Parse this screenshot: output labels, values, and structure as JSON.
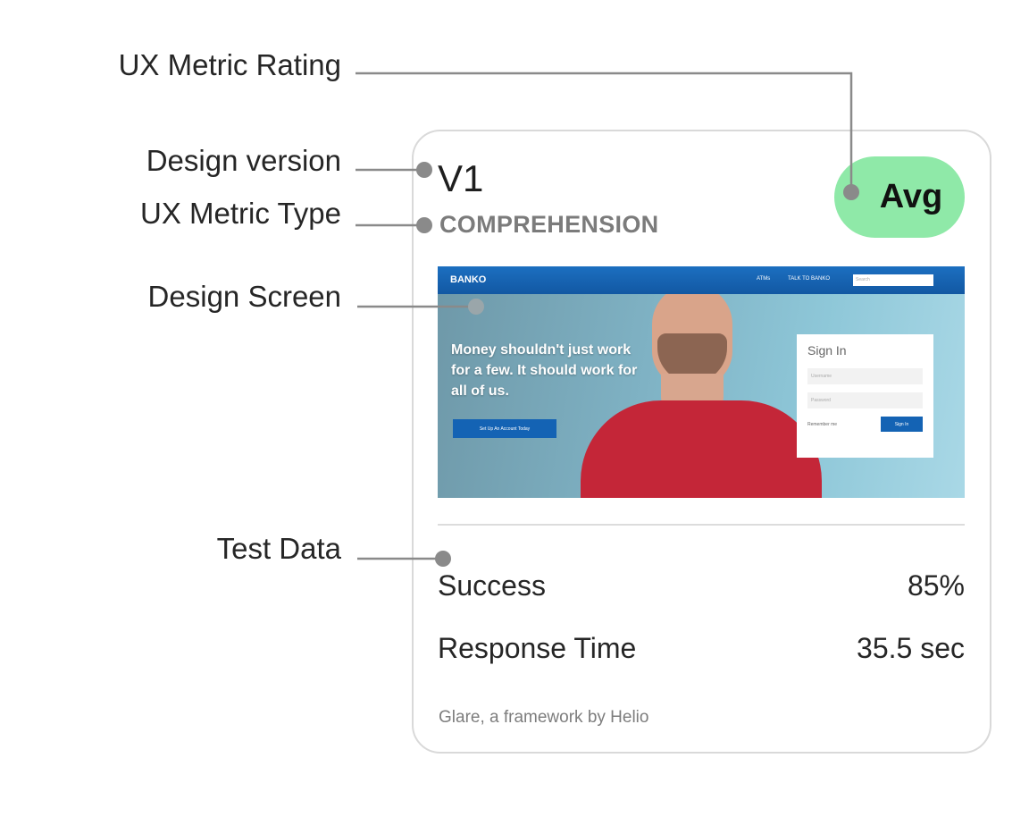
{
  "annotations": {
    "rating": "UX Metric Rating",
    "version": "Design version",
    "type": "UX Metric Type",
    "screen": "Design Screen",
    "test_data": "Test Data"
  },
  "card": {
    "version": "V1",
    "metric_type": "COMPREHENSION",
    "rating": "Avg",
    "rating_color": "#8fe9a8",
    "screen": {
      "brand": "BANKO",
      "nav": [
        "ATMs",
        "TALK TO BANKO"
      ],
      "search_placeholder": "Search",
      "headline": "Money shouldn't just work for a few. It should work for all of us.",
      "cta": "Set Up An Account Today",
      "signin_title": "Sign In",
      "username_placeholder": "Username",
      "password_placeholder": "Password",
      "remember": "Remember me",
      "signin_button": "Sign In"
    },
    "metrics": [
      {
        "label": "Success",
        "value": "85%"
      },
      {
        "label": "Response Time",
        "value": "35.5 sec"
      }
    ],
    "footer": "Glare, a framework by Helio"
  }
}
